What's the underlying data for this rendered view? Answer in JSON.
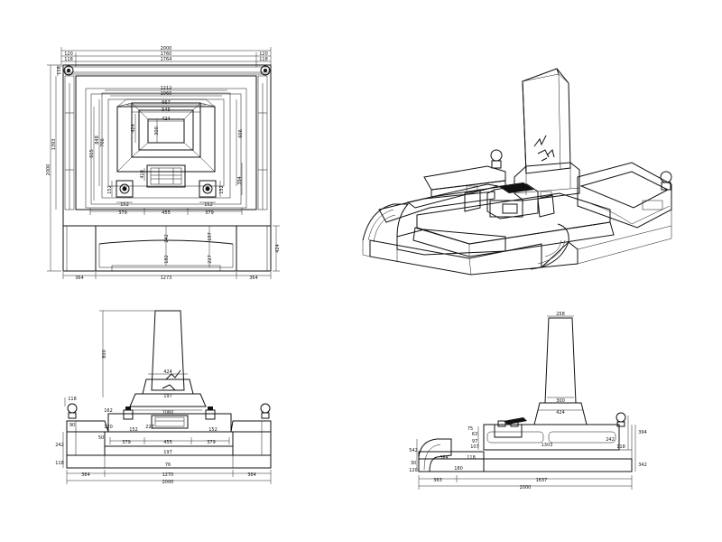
{
  "views": {
    "plan": {
      "dims": {
        "overall_width": "2000",
        "inner_width_a": "1760",
        "inner_width_b": "1764",
        "corner_a": "120",
        "corner_b": "118",
        "corner_c": "120",
        "corner_d": "118",
        "depth_total": "2000",
        "depth_inner": "1393",
        "corner_side": "118",
        "base_1212": "1212",
        "base_1060": "1060",
        "stone_667": "667",
        "stone_545": "545",
        "stone_424": "424",
        "stone_300": "300",
        "depth_848": "848",
        "depth_706": "706",
        "depth_615": "615",
        "depth_424": "424",
        "depth_606": "606",
        "depth_410": "410",
        "depth_394": "394",
        "vase_152a": "152",
        "vase_152b": "152",
        "vase_152c": "152",
        "offset_379a": "379",
        "offset_379b": "379",
        "center_455": "455",
        "step_242": "242",
        "step_197": "197",
        "step_182": "182",
        "step_227": "227",
        "front_424": "424",
        "left_364": "364",
        "center_1273": "1273",
        "right_364": "364"
      }
    },
    "front": {
      "dims": {
        "height_800": "800",
        "top_424": "424",
        "side_118": "118",
        "pos_162": "162",
        "base_1060": "1060",
        "pos_120": "120",
        "sp_197": "197",
        "sp_455": "455",
        "sp_379a": "379",
        "sp_379b": "379",
        "sp_152a": "152",
        "sp_152b": "152",
        "sp_227": "227",
        "h_90": "90",
        "h_242": "242",
        "h_118": "118",
        "h_50": "50",
        "step_197b": "197",
        "step_76": "76",
        "w_364a": "364",
        "w_1270": "1270",
        "w_364b": "364",
        "w_2000": "2000"
      }
    },
    "side": {
      "dims": {
        "top_258": "258",
        "mid_300": "300",
        "base_424": "424",
        "h_75": "75",
        "h_63": "63",
        "h_97": "97",
        "h_107": "107",
        "h_1303": "1303",
        "h_242": "242",
        "h_394": "394",
        "h_118": "118",
        "h_342": "342",
        "h_542": "542",
        "h_30": "30",
        "h_120": "120",
        "h_364": "364",
        "h_180": "180",
        "h_118b": "118",
        "w_363": "363",
        "w_1637": "1637",
        "w_2000": "2000"
      }
    }
  }
}
